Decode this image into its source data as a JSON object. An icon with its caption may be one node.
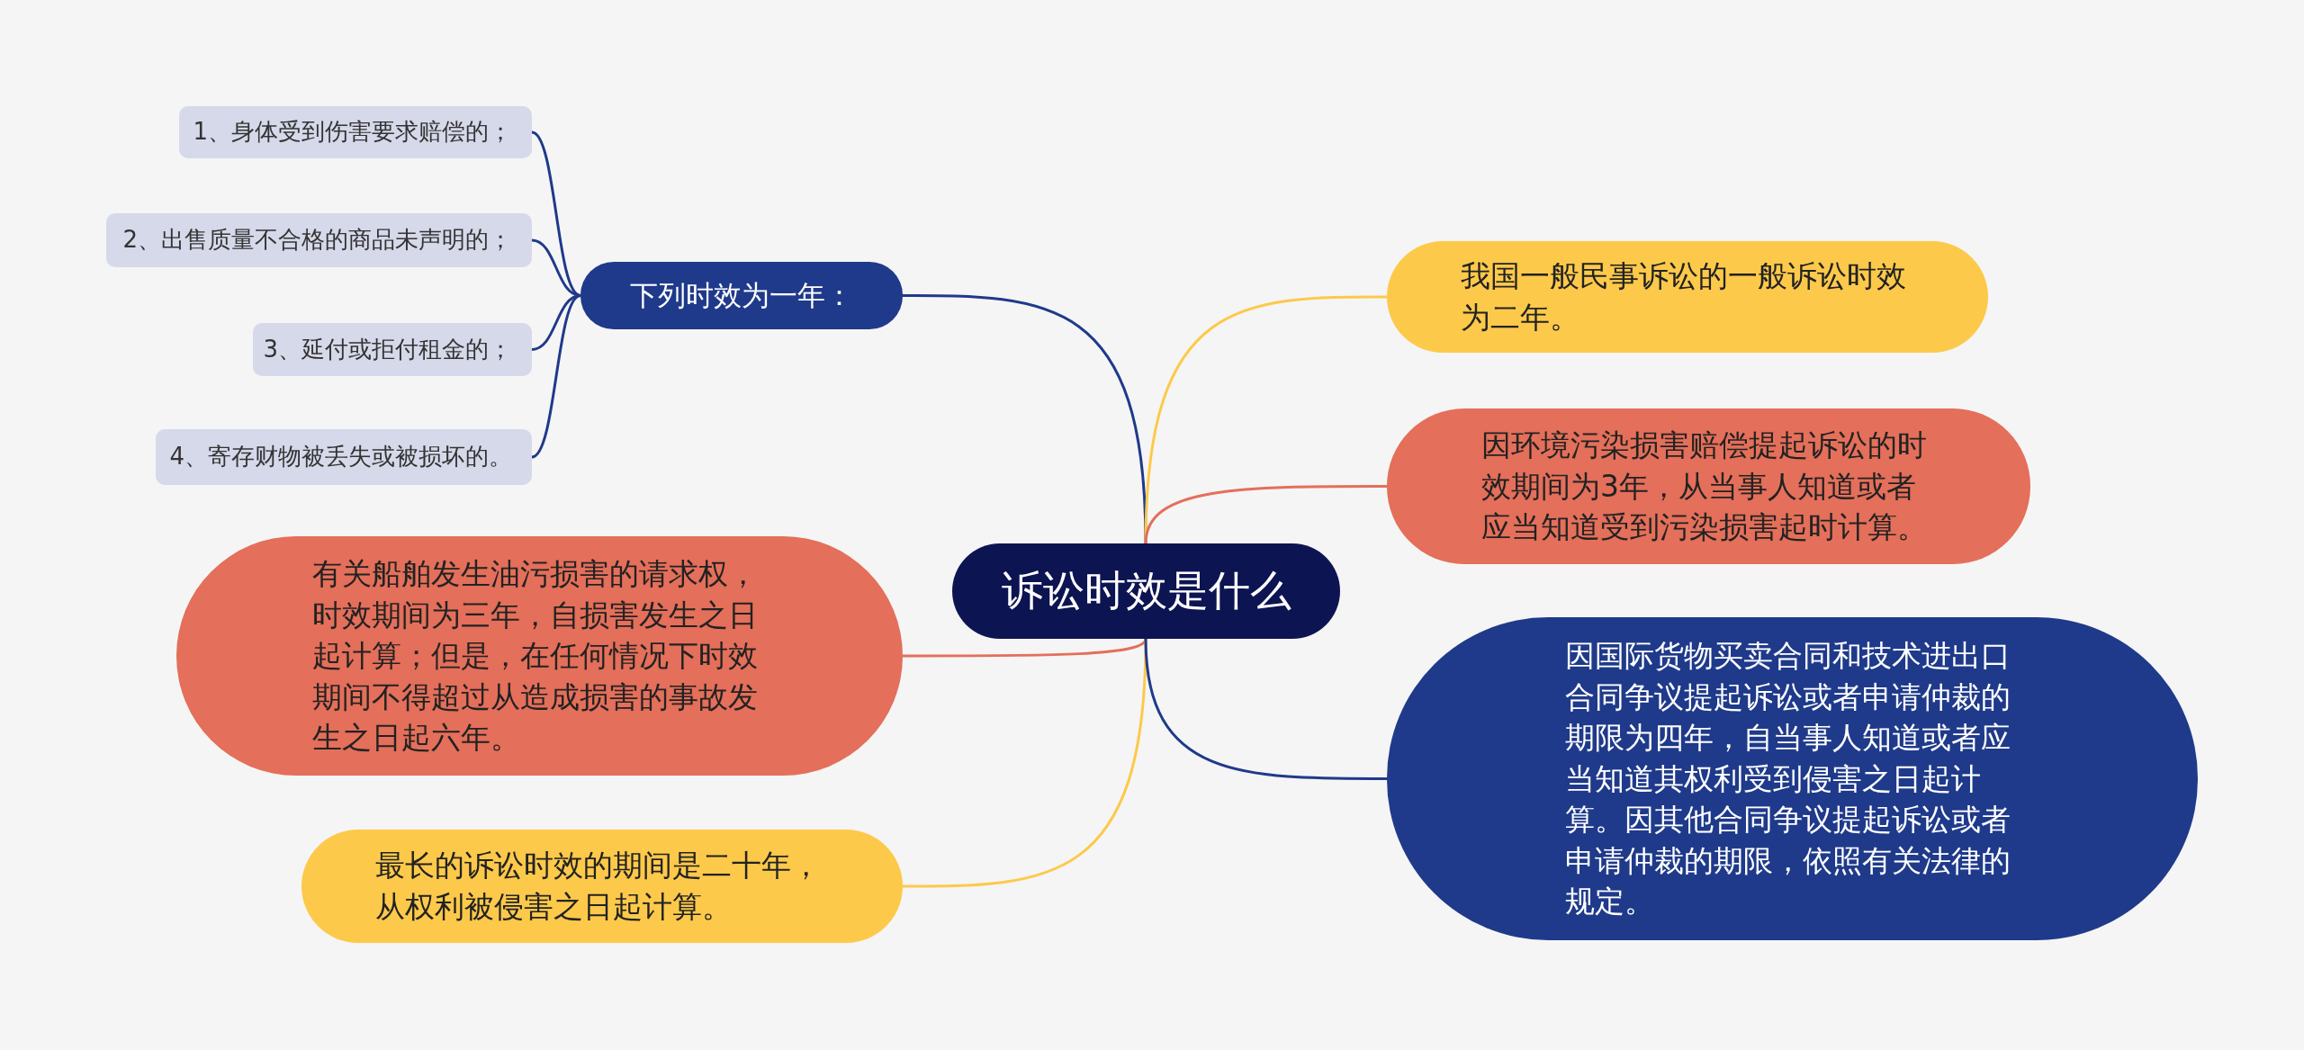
{
  "diagram": {
    "nodes": [
      {
        "text": [
          "诉讼时效是什么"
        ]
      },
      {
        "text": [
          "下列时效为一年："
        ]
      },
      {
        "text": [
          "1、身体受到伤害要求赔偿的；"
        ]
      },
      {
        "text": [
          "2、出售质量不合格的商品未声明的；"
        ]
      },
      {
        "text": [
          "3、延付或拒付租金的；"
        ]
      },
      {
        "text": [
          "4、寄存财物被丢失或被损坏的。"
        ]
      },
      {
        "text": [
          "有关船舶发生油污损害的请求权，时效期间为三年，自损害发生之日起计算；但是，在任何情况下时效期间不得超过从造成损害的事故发生之日起六年。"
        ]
      },
      {
        "text": [
          "最长的诉讼时效的期间是二十年，从权利被侵害之日起计算。"
        ]
      },
      {
        "text": [
          "我国一般民事诉讼的一般诉讼时效为二年。"
        ]
      },
      {
        "text": [
          "因环境污染损害赔偿提起诉讼的时效期间为3年，从当事人知道或者应当知道受到污染损害起时计算。"
        ]
      },
      {
        "text": [
          "因国际货物买卖合同和技术进出口合同争议提起诉讼或者申请仲裁的期限为四年，自当事人知道或者应当知道其权利受到侵害之日起计算。因其他合同争议提起诉讼或者申请仲裁的期限，依照有关法律的规定。"
        ]
      }
    ],
    "edges": [
      {
        "from": 0,
        "to": 1,
        "arrow": "none",
        "color": "#1f3a8a"
      },
      {
        "from": 1,
        "to": 2,
        "arrow": "none",
        "color": "#1f3a8a"
      },
      {
        "from": 1,
        "to": 3,
        "arrow": "none",
        "color": "#1f3a8a"
      },
      {
        "from": 1,
        "to": 4,
        "arrow": "none",
        "color": "#1f3a8a"
      },
      {
        "from": 1,
        "to": 5,
        "arrow": "none",
        "color": "#1f3a8a"
      },
      {
        "from": 0,
        "to": 6,
        "arrow": "none",
        "color": "#e46f5a"
      },
      {
        "from": 0,
        "to": 7,
        "arrow": "none",
        "color": "#fdc94a"
      },
      {
        "from": 0,
        "to": 8,
        "arrow": "none",
        "color": "#fdc94a"
      },
      {
        "from": 0,
        "to": 9,
        "arrow": "none",
        "color": "#e46f5a"
      },
      {
        "from": 0,
        "to": 10,
        "arrow": "none",
        "color": "#1f3a8a"
      }
    ]
  }
}
